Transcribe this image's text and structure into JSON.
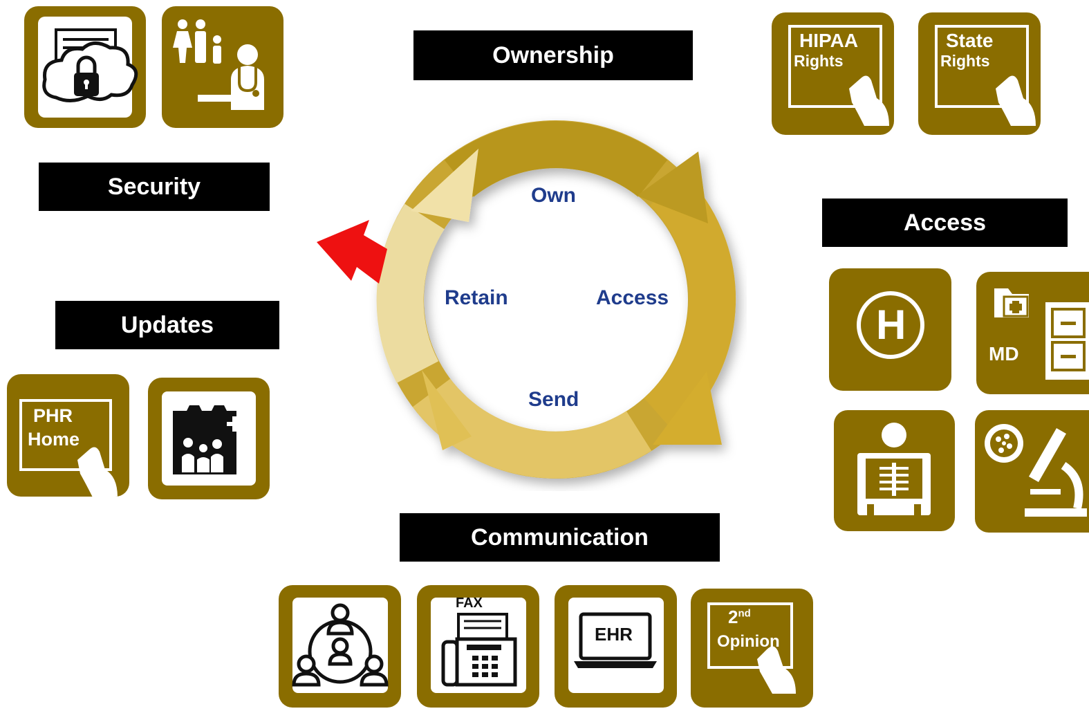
{
  "labels": {
    "ownership": "Ownership",
    "security": "Security",
    "updates": "Updates",
    "access": "Access",
    "communication": "Communication"
  },
  "cycle": {
    "own": "Own",
    "access": "Access",
    "send": "Send",
    "retain": "Retain"
  },
  "tiles": {
    "hipaa_line1": "HIPAA",
    "hipaa_line2": "Rights",
    "state_line1": "State",
    "state_line2": "Rights",
    "phr_line1": "PHR",
    "phr_line2": "Home",
    "md": "MD",
    "hospital": "H",
    "fax": "FAX",
    "ehr": "EHR",
    "second_base": "2",
    "second_sup": "nd",
    "opinion": "Opinion"
  },
  "colors": {
    "tile": "#8a6d00",
    "cycle_dark": "#b8961c",
    "cycle_light": "#ecdca0",
    "accent_arrow": "#ee1111",
    "cycle_text": "#1f3c8c"
  },
  "icons": [
    "cloud-lock-icon",
    "family-doctor-icon",
    "hipaa-tablet-icon",
    "state-tablet-icon",
    "hospital-icon",
    "md-records-icon",
    "xray-icon",
    "microscope-icon",
    "phr-tablet-icon",
    "family-folder-icon",
    "network-people-icon",
    "fax-icon",
    "ehr-laptop-icon",
    "second-opinion-tablet-icon"
  ]
}
